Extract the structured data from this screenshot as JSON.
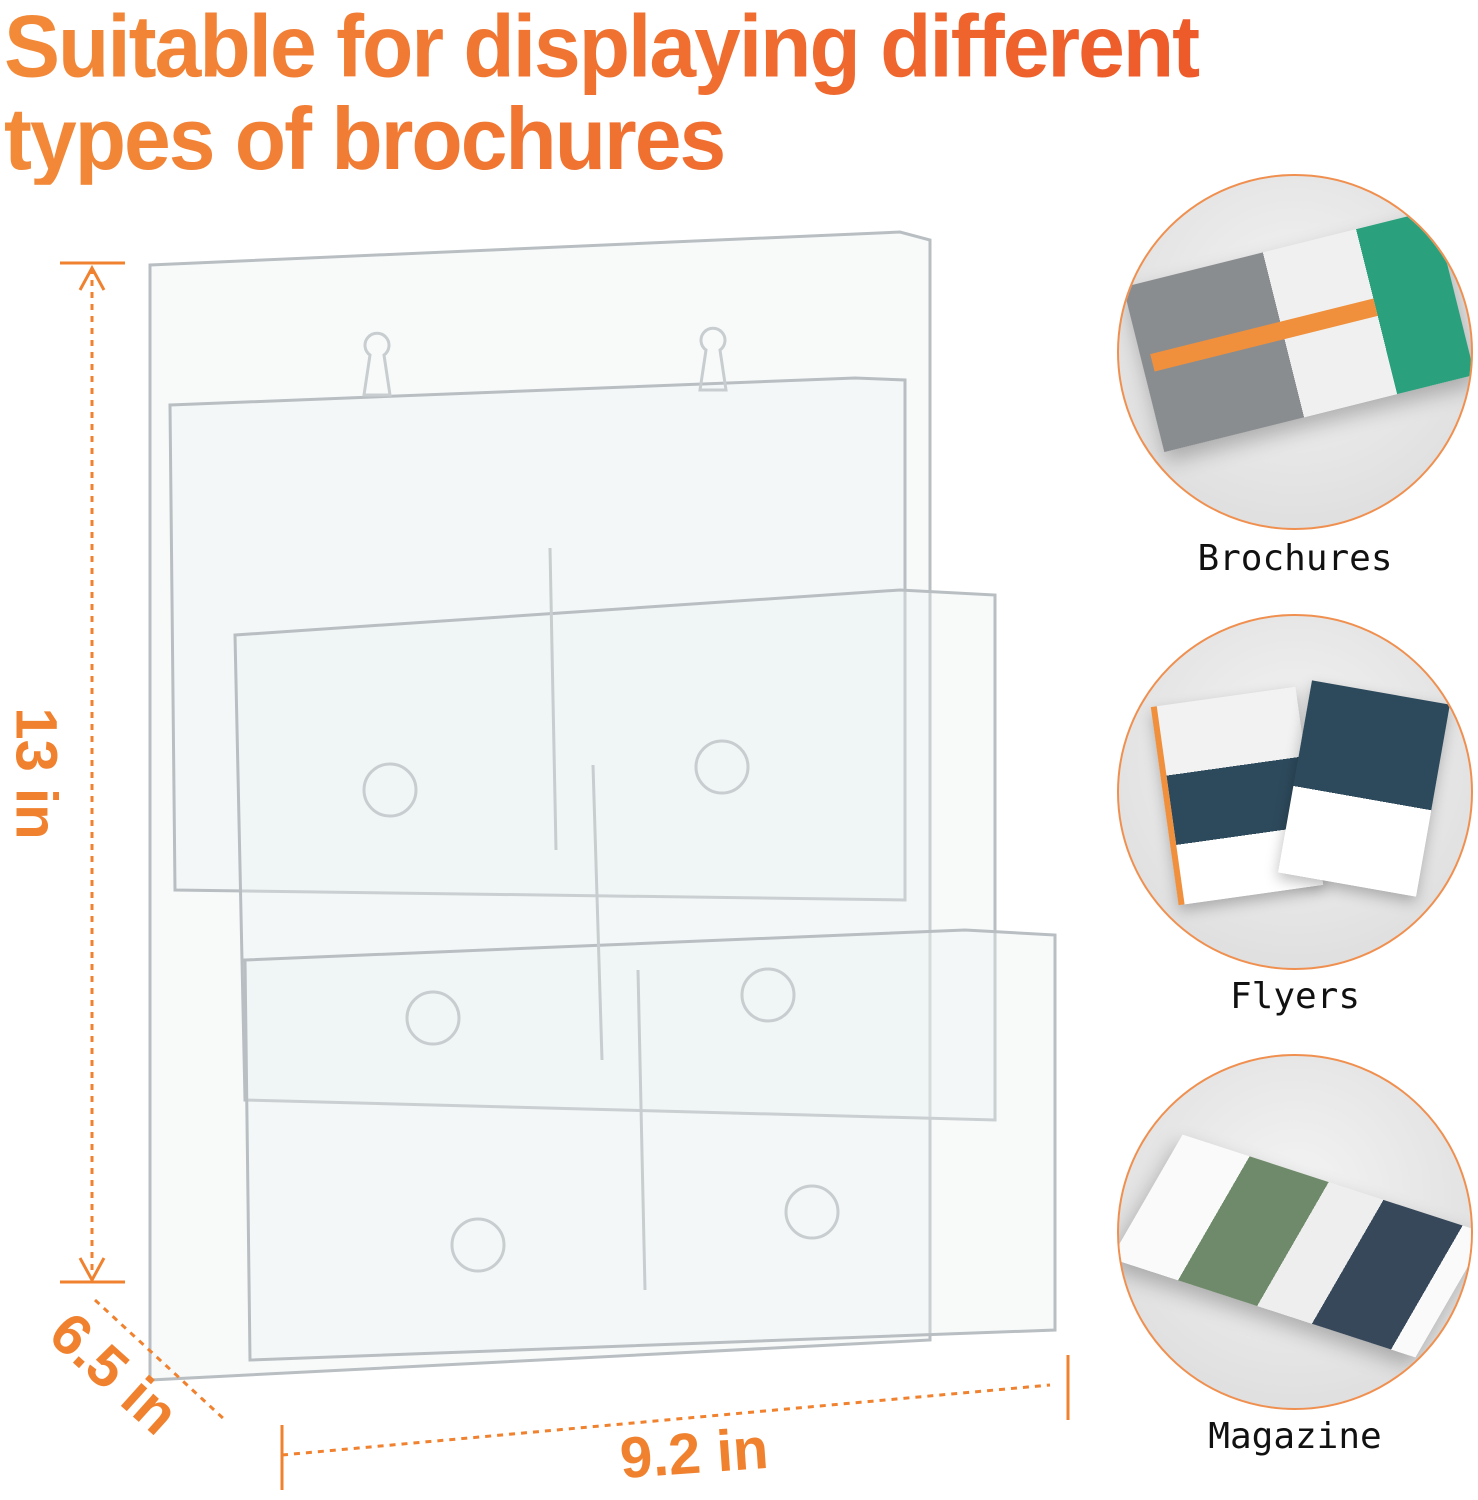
{
  "headline": {
    "line1": "Suitable for displaying different",
    "line2": "types of brochures"
  },
  "dimensions": {
    "height": "13 in",
    "depth": "6.5 in",
    "width": "9.2 in"
  },
  "uses": [
    {
      "label": "Brochures",
      "icon": "trifold-brochure-image"
    },
    {
      "label": "Flyers",
      "icon": "flyers-image"
    },
    {
      "label": "Magazine",
      "icon": "open-magazine-image"
    }
  ],
  "colors": {
    "accent": "#f0822f",
    "accent_dark": "#ee5a2a",
    "circle_border": "#f09050"
  }
}
